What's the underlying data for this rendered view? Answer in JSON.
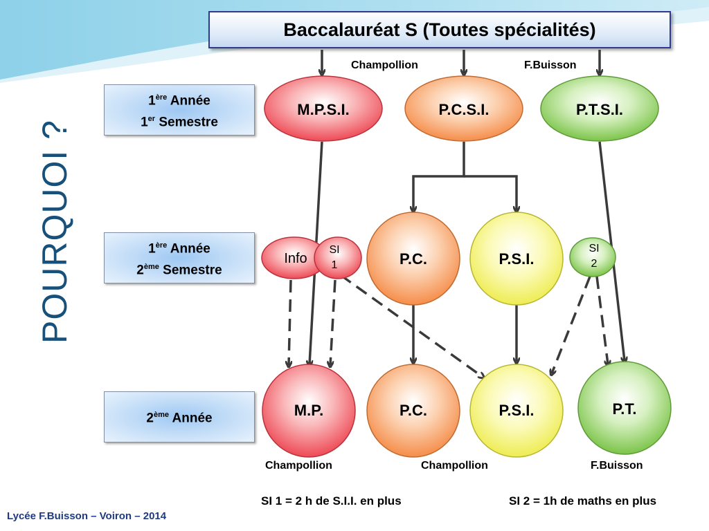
{
  "title": "Baccalauréat S (Toutes spécialités)",
  "side_title": "POURQUOI  ?",
  "rows": [
    {
      "line1_num": "1",
      "line1_sup": "ère",
      "line1_rest": " Année",
      "line2_num": "1",
      "line2_sup": "er",
      "line2_rest": " Semestre"
    },
    {
      "line1_num": "1",
      "line1_sup": "ère",
      "line1_rest": " Année",
      "line2_num": "2",
      "line2_sup": "ème",
      "line2_rest": " Semestre"
    },
    {
      "line1_num": "2",
      "line1_sup": "ème",
      "line1_rest": " Année"
    }
  ],
  "nodes": {
    "mpsi": "M.P.S.I.",
    "pcsi": "P.C.S.I.",
    "ptsi": "P.T.S.I.",
    "info": "Info",
    "si1_a": "SI",
    "si1_b": "1",
    "pc2": "P.C.",
    "psi2": "P.S.I.",
    "si2_a": "SI",
    "si2_b": "2",
    "mp": "M.P.",
    "pc3": "P.C.",
    "psi3": "P.S.I.",
    "pt": "P.T."
  },
  "locations": {
    "top_champollion": "Champollion",
    "top_fbuisson": "F.Buisson",
    "bottom_champollion_1": "Champollion",
    "bottom_champollion_2": "Champollion",
    "bottom_fbuisson": "F.Buisson"
  },
  "notes": {
    "si1": "SI 1 = 2 h de S.I.I. en plus",
    "si2": "SI 2 = 1h de maths en plus"
  },
  "footer": "Lycée F.Buisson – Voiron – 2014",
  "colors": {
    "red": "#f0606a",
    "orange": "#f7a46a",
    "green": "#8fcf5f",
    "yellow": "#f4f27a",
    "side_title": "#17507a",
    "footer": "#1f3a80"
  }
}
